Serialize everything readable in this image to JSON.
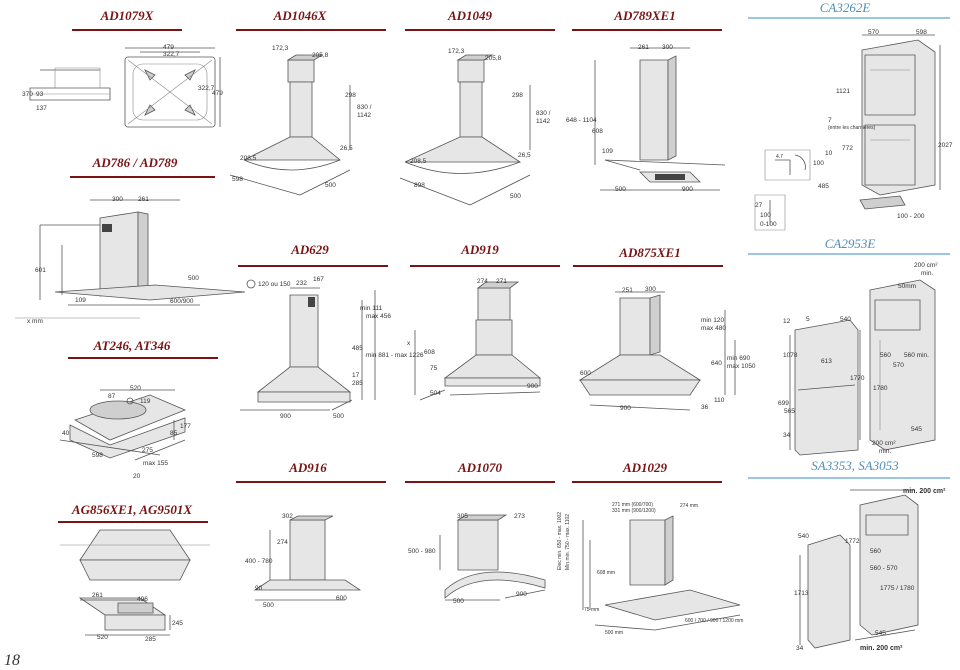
{
  "page": {
    "number": "18"
  },
  "titles": {
    "ad1079x": "AD1079X",
    "ad1046x": "AD1046X",
    "ad1049": "AD1049",
    "ad789xe1": "AD789XE1",
    "ca3262e": "CA3262E",
    "ad786": "AD786 / AD789",
    "ad629": "AD629",
    "ad919": "AD919",
    "ad875xe1": "AD875XE1",
    "ca2953e": "CA2953E",
    "at246": "AT246, AT346",
    "ad916": "AD916",
    "ad1070": "AD1070",
    "ad1029": "AD1029",
    "sa3353": "SA3353, SA3053",
    "ag856": "AG856XE1, AG9501X"
  },
  "dims": {
    "ad1079x": [
      "479",
      "322,7",
      "370",
      "93",
      "137",
      "322,7",
      "479"
    ],
    "ad1046x": [
      "172,3",
      "205,8",
      "298",
      "830 /",
      "1142",
      "26,5",
      "208,5",
      "598",
      "500"
    ],
    "ad1049": [
      "172,3",
      "205,8",
      "298",
      "830 /",
      "1142",
      "26,5",
      "208,5",
      "898",
      "500"
    ],
    "ad789": [
      "261",
      "300",
      "648 - 1104",
      "608",
      "109",
      "500",
      "900"
    ],
    "ca3262e": [
      "570",
      "598",
      "1121",
      "7",
      "(entre les charnières)",
      "772",
      "2027",
      "100",
      "10",
      "485",
      "100 - 200",
      "27",
      "100",
      "0-100",
      "4.7"
    ],
    "ad786": [
      "300",
      "261",
      "601",
      "500",
      "109",
      "600/900",
      "x mm"
    ],
    "ad629": [
      "120 ou 150",
      "232",
      "167",
      "min 111",
      "max 456",
      "485",
      "min 881 - max 1226",
      "285",
      "17",
      "900",
      "500"
    ],
    "ad919": [
      "274",
      "271",
      "x",
      "608",
      "75",
      "504",
      "900"
    ],
    "ad875": [
      "251",
      "300",
      "min 120",
      "max 480",
      "600",
      "640",
      "min 690",
      "max 1050",
      "110",
      "36",
      "900"
    ],
    "ca2953e": [
      "200 cm²",
      "min.",
      "50mm",
      "12",
      "5",
      "540",
      "1078",
      "613",
      "1770",
      "1780",
      "560",
      "570",
      "560 min.",
      "699",
      "565",
      "34",
      "545",
      "200 cm²",
      "min."
    ],
    "at246": [
      "520",
      "87",
      "119",
      "40",
      "177",
      "85",
      "275",
      "598",
      "max 155",
      "20"
    ],
    "ad916": [
      "302",
      "274",
      "400 - 780",
      "90",
      "500",
      "600"
    ],
    "ad1070": [
      "305",
      "273",
      "500 - 980",
      "500",
      "900"
    ],
    "ad1029": [
      "271 mm (600/700)",
      "331 mm (900/1200)",
      "274 mm",
      "608 mm",
      "Elec min. 650 - max. 1002",
      "Min.min. 750 - max. 1102",
      "75 mm",
      "500 mm",
      "600 / 700 / 900 / 1200 mm"
    ],
    "sa3353": [
      "min. 200 cm²",
      "540",
      "1772",
      "560",
      "1713",
      "560 - 570",
      "1775 / 1780",
      "34",
      "545",
      "min. 200 cm²"
    ],
    "ag856": [
      "261",
      "496",
      "245",
      "520",
      "285"
    ]
  }
}
